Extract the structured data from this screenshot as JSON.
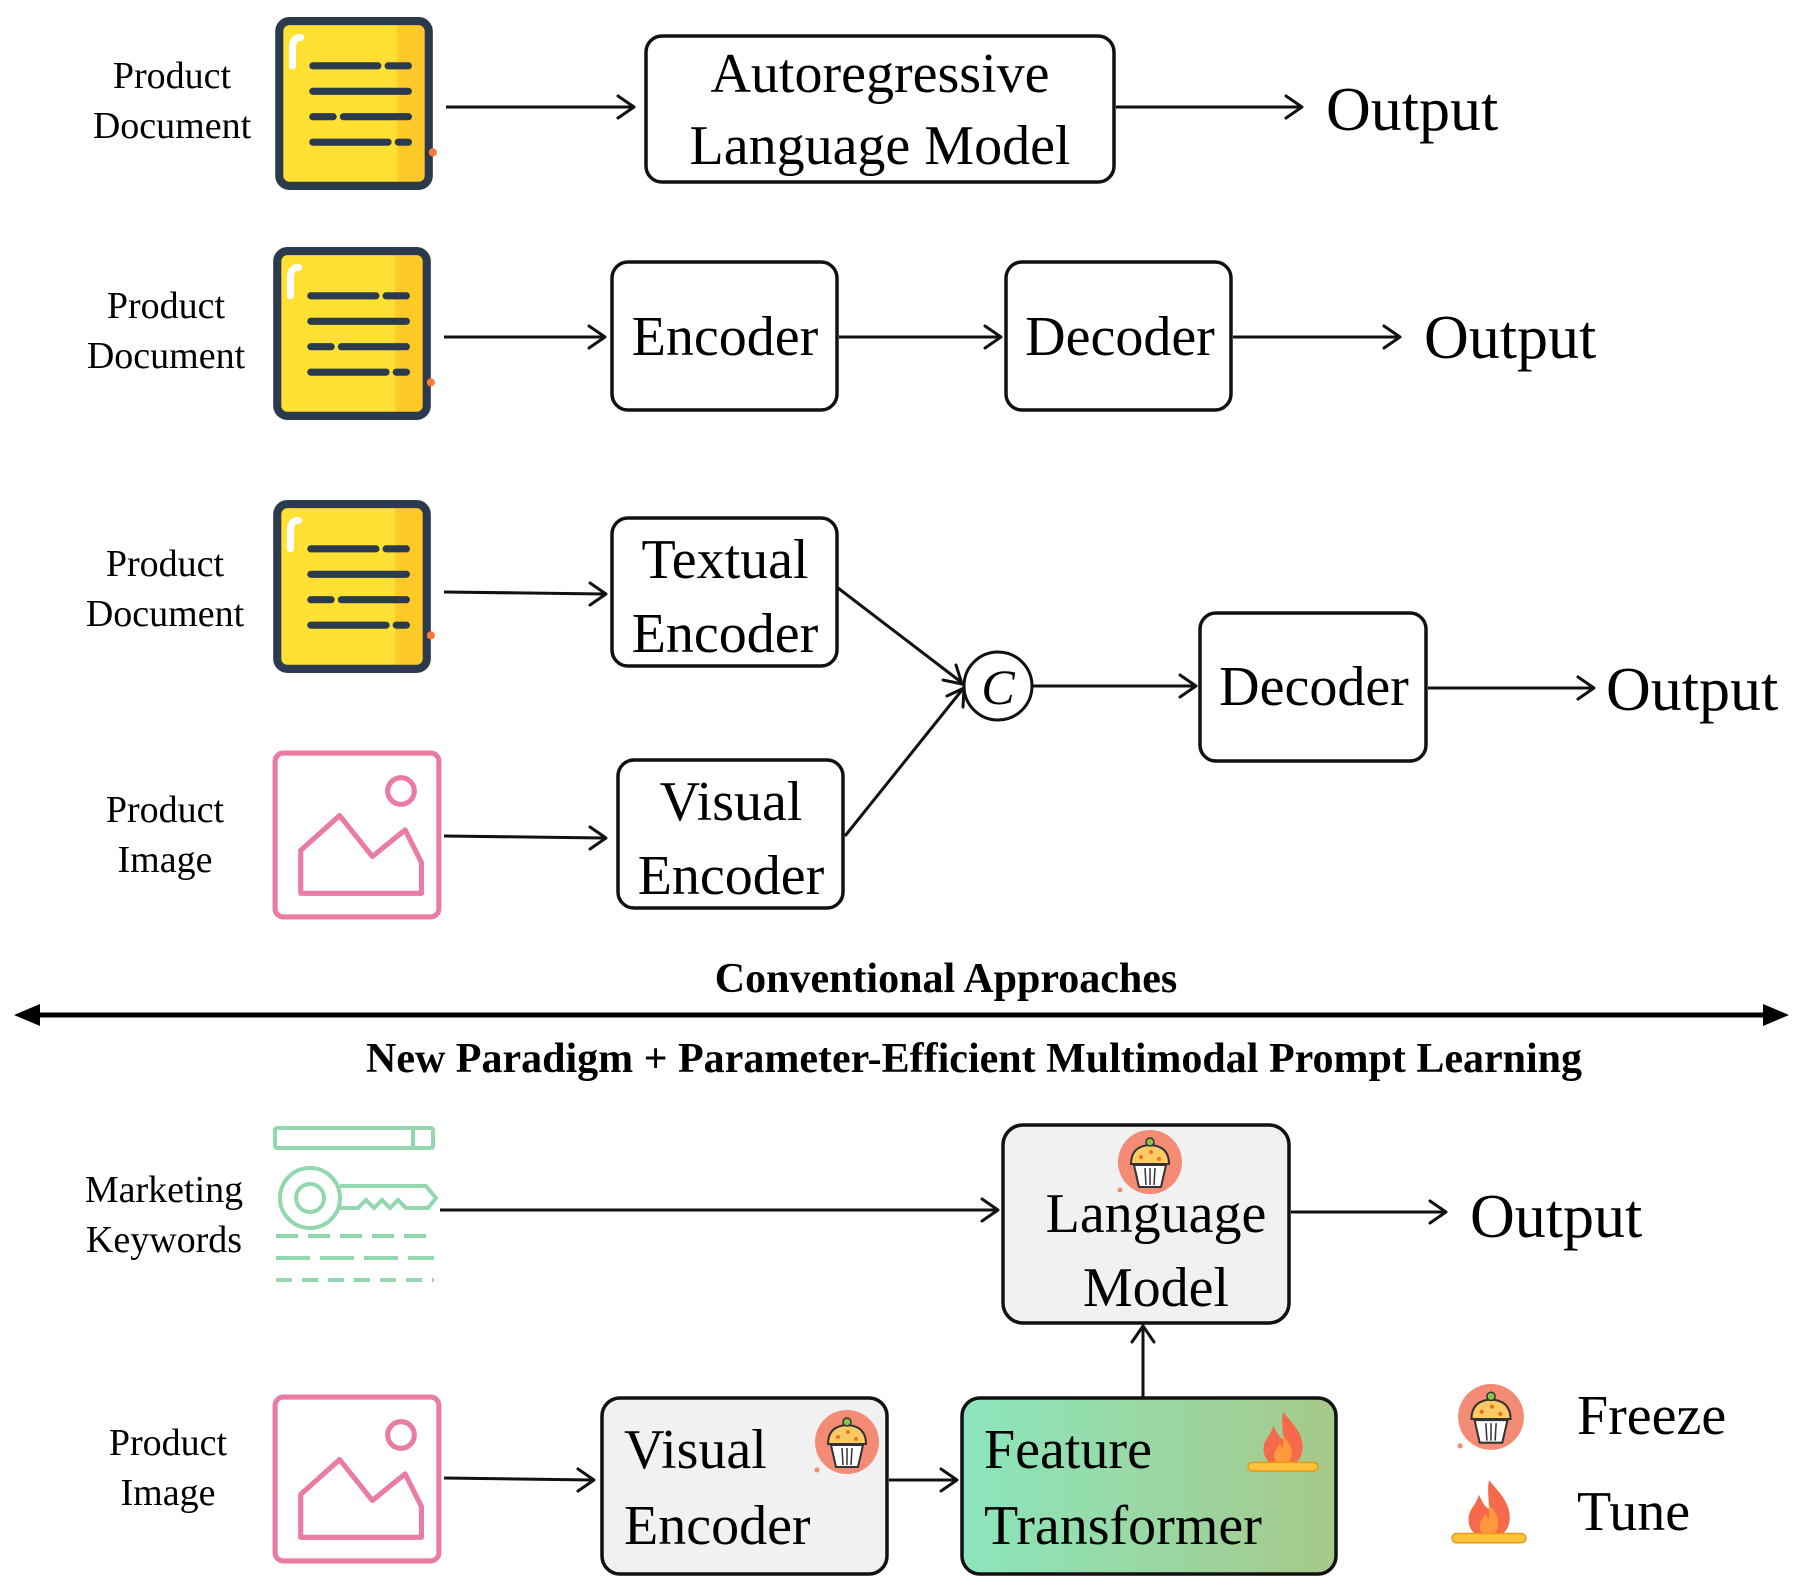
{
  "rows": {
    "row1": {
      "input_label": [
        "Product",
        "Document"
      ],
      "model": [
        "Autoregressive",
        "Language Model"
      ],
      "output": "Output"
    },
    "row2": {
      "input_label": [
        "Product",
        "Document"
      ],
      "encoder": "Encoder",
      "decoder": "Decoder",
      "output": "Output"
    },
    "row3": {
      "text_input_label": [
        "Product",
        "Document"
      ],
      "image_input_label": [
        "Product",
        "Image"
      ],
      "textual_encoder": [
        "Textual",
        "Encoder"
      ],
      "visual_encoder": [
        "Visual",
        "Encoder"
      ],
      "concat_symbol": "C",
      "decoder": "Decoder",
      "output": "Output"
    }
  },
  "divider": {
    "top_label": "Conventional Approaches",
    "bottom_label": "New Paradigm + Parameter-Efficient Multimodal Prompt Learning"
  },
  "new_paradigm": {
    "keyword_label": [
      "Marketing",
      "Keywords"
    ],
    "image_label": [
      "Product",
      "Image"
    ],
    "language_model": [
      "Language",
      "Model"
    ],
    "visual_encoder": [
      "Visual",
      "Encoder"
    ],
    "feature_transformer": [
      "Feature",
      "Transformer"
    ],
    "output": "Output"
  },
  "legend": {
    "freeze": "Freeze",
    "tune": "Tune"
  },
  "colors": {
    "doc_yellow": "#FFE033",
    "doc_outline": "#2B3A4C",
    "image_pink": "#E97BA5",
    "keyword_green": "#93D7AE",
    "feature_gradient_start": "#8CE6BD",
    "feature_gradient_end": "#A6C98A",
    "frozen_box_fill": "#F1F1F1"
  },
  "icons": {
    "document": "document-icon",
    "image": "image-icon",
    "keywords": "key-icon",
    "freeze": "cupcake-icon",
    "tune": "flame-icon"
  }
}
